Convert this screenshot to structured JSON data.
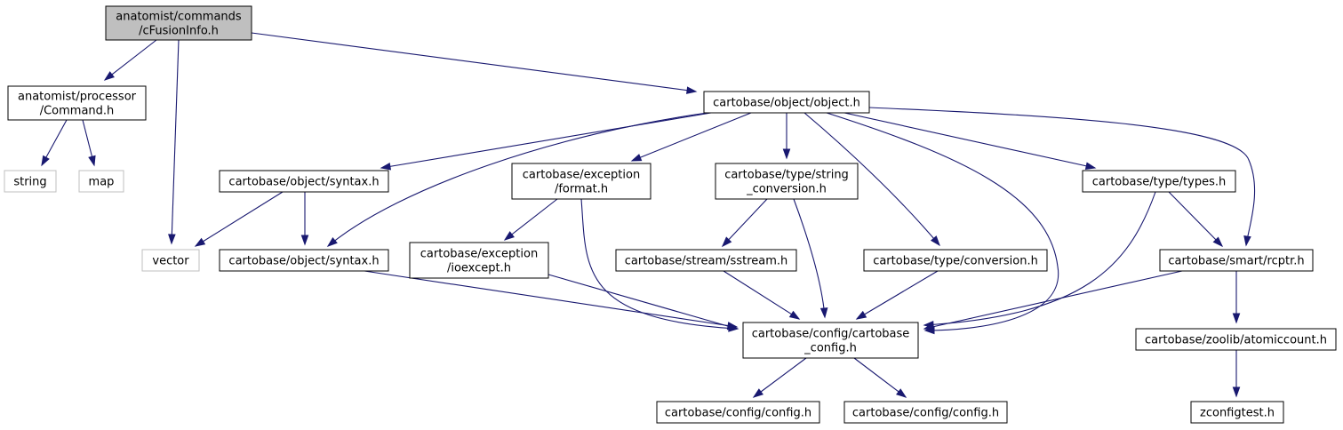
{
  "diagram": {
    "colors": {
      "edge": "#191970",
      "node_border": "#000000",
      "external_border": "#bfbfbf",
      "root_fill": "#bfbfbf",
      "node_fill": "#ffffff",
      "text": "#000000"
    },
    "nodes": [
      {
        "id": "root",
        "name": "node-root-cfusioninfo-h",
        "lines": [
          "anatomist/commands",
          "/cFusionInfo.h"
        ],
        "kind": "root"
      },
      {
        "id": "command",
        "name": "node-anatomist-processor-command-h",
        "lines": [
          "anatomist/processor",
          "/Command.h"
        ],
        "kind": "normal"
      },
      {
        "id": "string",
        "name": "node-string",
        "lines": [
          "string"
        ],
        "kind": "external"
      },
      {
        "id": "map",
        "name": "node-map",
        "lines": [
          "map"
        ],
        "kind": "external"
      },
      {
        "id": "vector",
        "name": "node-vector",
        "lines": [
          "vector"
        ],
        "kind": "external"
      },
      {
        "id": "object",
        "name": "node-cartobase-object-object-h",
        "lines": [
          "cartobase/object/object.h"
        ],
        "kind": "normal"
      },
      {
        "id": "syntax1",
        "name": "node-cartobase-object-syntax-h-upper",
        "lines": [
          "cartobase/object/syntax.h"
        ],
        "kind": "normal"
      },
      {
        "id": "syntax2",
        "name": "node-cartobase-object-syntax-h-lower",
        "lines": [
          "cartobase/object/syntax.h"
        ],
        "kind": "normal"
      },
      {
        "id": "format",
        "name": "node-cartobase-exception-format-h",
        "lines": [
          "cartobase/exception",
          "/format.h"
        ],
        "kind": "normal"
      },
      {
        "id": "ioexcept",
        "name": "node-cartobase-exception-ioexcept-h",
        "lines": [
          "cartobase/exception",
          "/ioexcept.h"
        ],
        "kind": "normal"
      },
      {
        "id": "strconv",
        "name": "node-cartobase-type-string-conversion-h",
        "lines": [
          "cartobase/type/string",
          "_conversion.h"
        ],
        "kind": "normal"
      },
      {
        "id": "sstream",
        "name": "node-cartobase-stream-sstream-h",
        "lines": [
          "cartobase/stream/sstream.h"
        ],
        "kind": "normal"
      },
      {
        "id": "conversion",
        "name": "node-cartobase-type-conversion-h",
        "lines": [
          "cartobase/type/conversion.h"
        ],
        "kind": "normal"
      },
      {
        "id": "types",
        "name": "node-cartobase-type-types-h",
        "lines": [
          "cartobase/type/types.h"
        ],
        "kind": "normal"
      },
      {
        "id": "rcptr",
        "name": "node-cartobase-smart-rcptr-h",
        "lines": [
          "cartobase/smart/rcptr.h"
        ],
        "kind": "normal"
      },
      {
        "id": "cbconfig",
        "name": "node-cartobase-config-cartobase-config-h",
        "lines": [
          "cartobase/config/cartobase",
          "_config.h"
        ],
        "kind": "normal"
      },
      {
        "id": "config1",
        "name": "node-cartobase-config-config-h-left",
        "lines": [
          "cartobase/config/config.h"
        ],
        "kind": "normal"
      },
      {
        "id": "config2",
        "name": "node-cartobase-config-config-h-right",
        "lines": [
          "cartobase/config/config.h"
        ],
        "kind": "normal"
      },
      {
        "id": "atomic",
        "name": "node-cartobase-zoolib-atomiccount-h",
        "lines": [
          "cartobase/zoolib/atomiccount.h"
        ],
        "kind": "normal"
      },
      {
        "id": "zconfig",
        "name": "node-zconfigtest-h",
        "lines": [
          "zconfigtest.h"
        ],
        "kind": "normal"
      }
    ],
    "edges": [
      {
        "from": "root",
        "to": "command"
      },
      {
        "from": "root",
        "to": "vector"
      },
      {
        "from": "root",
        "to": "object"
      },
      {
        "from": "command",
        "to": "string"
      },
      {
        "from": "command",
        "to": "map"
      },
      {
        "from": "object",
        "to": "syntax1"
      },
      {
        "from": "object",
        "to": "syntax2"
      },
      {
        "from": "object",
        "to": "format"
      },
      {
        "from": "object",
        "to": "strconv"
      },
      {
        "from": "object",
        "to": "conversion"
      },
      {
        "from": "object",
        "to": "types"
      },
      {
        "from": "object",
        "to": "rcptr"
      },
      {
        "from": "object",
        "to": "cbconfig"
      },
      {
        "from": "syntax1",
        "to": "vector"
      },
      {
        "from": "syntax1",
        "to": "syntax2"
      },
      {
        "from": "syntax2",
        "to": "cbconfig"
      },
      {
        "from": "format",
        "to": "ioexcept"
      },
      {
        "from": "format",
        "to": "cbconfig"
      },
      {
        "from": "ioexcept",
        "to": "cbconfig"
      },
      {
        "from": "strconv",
        "to": "sstream"
      },
      {
        "from": "strconv",
        "to": "cbconfig"
      },
      {
        "from": "sstream",
        "to": "cbconfig"
      },
      {
        "from": "conversion",
        "to": "cbconfig"
      },
      {
        "from": "types",
        "to": "rcptr"
      },
      {
        "from": "types",
        "to": "cbconfig"
      },
      {
        "from": "rcptr",
        "to": "cbconfig"
      },
      {
        "from": "rcptr",
        "to": "atomic"
      },
      {
        "from": "cbconfig",
        "to": "config1"
      },
      {
        "from": "cbconfig",
        "to": "config2"
      },
      {
        "from": "atomic",
        "to": "zconfig"
      }
    ]
  }
}
